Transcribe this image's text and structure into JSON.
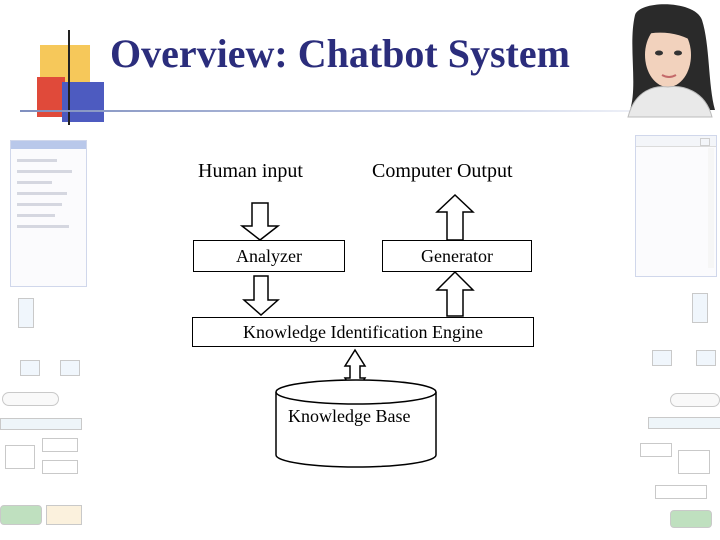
{
  "title": "Overview: Chatbot System",
  "diagram": {
    "human_input": "Human input",
    "computer_output": "Computer Output",
    "analyzer": "Analyzer",
    "generator": "Generator",
    "engine": "Knowledge Identification Engine",
    "knowledge_base": "Knowledge Base"
  },
  "colors": {
    "title": "#2b2d7c",
    "accent_yellow": "#f6c85a",
    "accent_red": "#e04a3a",
    "accent_blue": "#4d5bc0"
  },
  "icons": [
    "avatar-woman-illustration",
    "server-icon",
    "client-computer-icon"
  ]
}
